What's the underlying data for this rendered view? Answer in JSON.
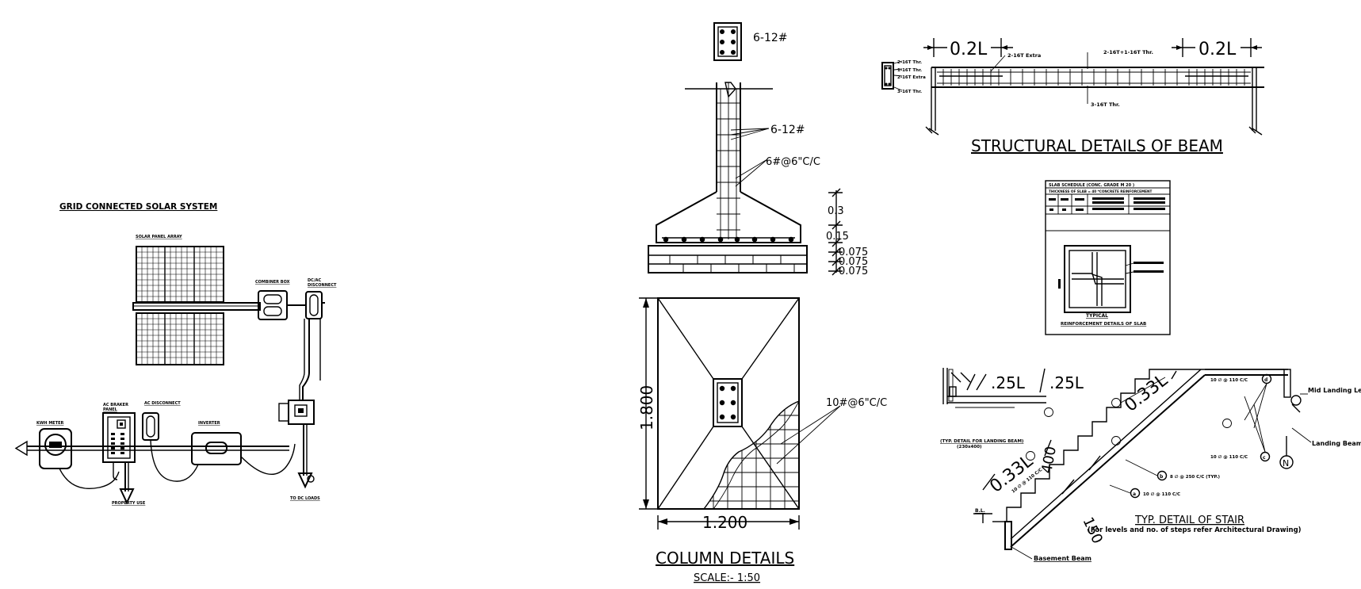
{
  "solar": {
    "title": "GRID CONNECTED SOLAR SYSTEM",
    "solar_panel_array": "SOLAR PANEL ARRAY",
    "combiner_box": "COMBINER BOX",
    "dc_disconnect_1": "DC/AC",
    "dc_disconnect_2": "DISCONNECT",
    "kwh_meter": "KWH METER",
    "ac_breaker_1": "AC BRAKER",
    "ac_breaker_2": "PANEL",
    "ac_disconnect": "AC DISCONNECT",
    "inverter": "INVERTER",
    "property_use": "PROPERTY USE",
    "to_dc_loads": "TO DC LOADS"
  },
  "column": {
    "top_bar_label": "6-12#",
    "side_bar_label": "6-12#",
    "ties_label": "6#@6\"C/C",
    "dim_03": "0.3",
    "dim_015": "0.15",
    "dim_0075_a": "0.075",
    "dim_0075_b": "0.075",
    "dim_0075_c": "0.075",
    "plan_length": "1.800",
    "plan_width": "1.200",
    "mesh_label": "10#@6\"C/C",
    "title": "COLUMN DETAILS",
    "scale": "SCALE:- 1:50"
  },
  "beam": {
    "dim_left": "0.2L",
    "dim_right": "0.2L",
    "extra_top": "2-16T Extra",
    "top_center": "2-16T+1-16T Thr.",
    "bottom_center": "3-16T Thr.",
    "sec_1": "2-16T Thr.",
    "sec_2": "1-16T Thr.",
    "sec_3": "2-16T Extra",
    "sec_4": "3-16T Thr.",
    "title": "STRUCTURAL DETAILS OF BEAM"
  },
  "slab": {
    "row1": "SLAB SCHEDULE (CONC. GRADE M 20 )",
    "row2": "THICKNESS OF SLAB = 40 *CONCRETE REINFORCEMENT",
    "caption_1": "TYPICAL",
    "caption_2": "REINFORCEMENT DETAILS OF SLAB"
  },
  "stair": {
    "dim_25_a": ".25L",
    "dim_25_b": ".25L",
    "dim_033_a": "0.33L",
    "dim_033_b": "0.33L",
    "dim_400": "400",
    "dim_150": "150",
    "bar_d": "10 ∅ @ 110 C/C",
    "bar_c": "10 ∅ @ 110 C/C",
    "bar_b": "8 ∅ @ 250 C/C (TYP.)",
    "bar_a": "10 ∅ @ 110 C/C",
    "bar_slab": "10 ∅ @ 110 C/C",
    "mark_d": "d",
    "mark_c": "c",
    "mark_b": "b",
    "mark_a": "a",
    "mid_landing": "Mid Landing Lev",
    "landing_beam": "Landing Beam",
    "north": "N",
    "basement_beam": "Basement Beam",
    "bl": "B.L.",
    "landing_note_1": "(TYP. DETAIL FOR LANDING BEAM)",
    "landing_note_2": "(230x400)",
    "title": "TYP. DETAIL OF STAIR",
    "subtitle": "(For levels and no. of steps refer Architectural Drawing)"
  }
}
